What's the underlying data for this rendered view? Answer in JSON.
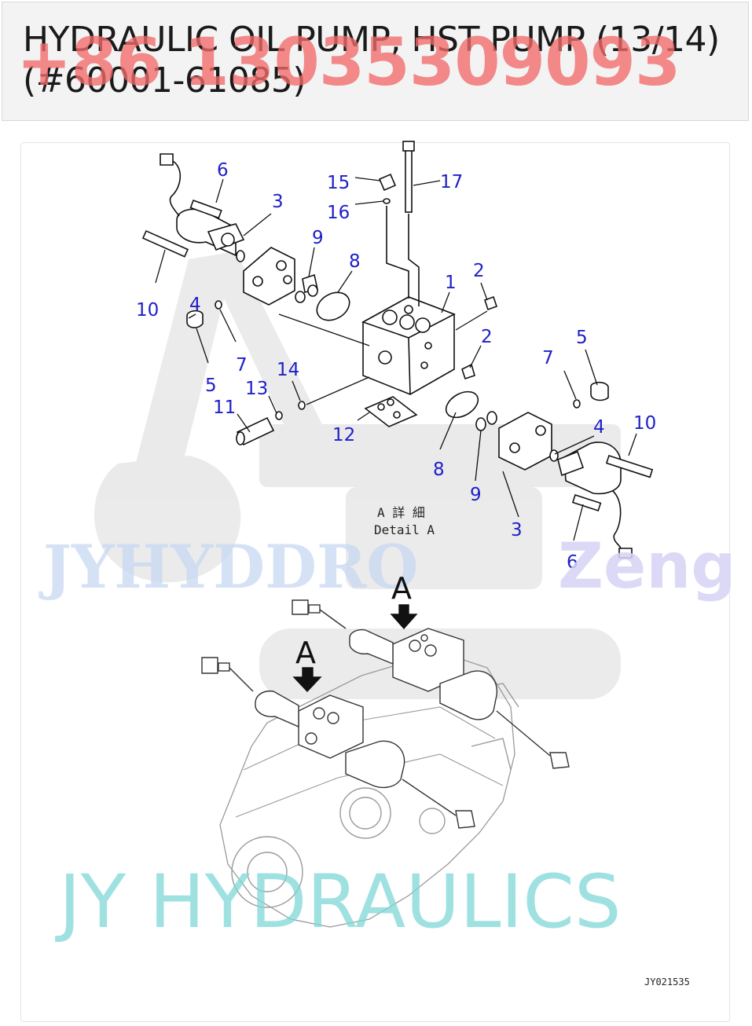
{
  "header": {
    "title": "HYDRAULIC OIL PUMP, HST PUMP (13/14) (#60001-61085)",
    "phone_watermark": "+86 13035309093"
  },
  "diagram": {
    "callouts": [
      {
        "label": "1"
      },
      {
        "label": "2"
      },
      {
        "label": "2"
      },
      {
        "label": "3"
      },
      {
        "label": "3"
      },
      {
        "label": "4"
      },
      {
        "label": "4"
      },
      {
        "label": "5"
      },
      {
        "label": "5"
      },
      {
        "label": "6"
      },
      {
        "label": "6"
      },
      {
        "label": "7"
      },
      {
        "label": "7"
      },
      {
        "label": "8"
      },
      {
        "label": "8"
      },
      {
        "label": "9"
      },
      {
        "label": "9"
      },
      {
        "label": "10"
      },
      {
        "label": "10"
      },
      {
        "label": "11"
      },
      {
        "label": "12"
      },
      {
        "label": "13"
      },
      {
        "label": "14"
      },
      {
        "label": "15"
      },
      {
        "label": "16"
      },
      {
        "label": "17"
      }
    ],
    "detail_label_jp": "A 詳 細",
    "detail_label_en": "Detail A",
    "arrow_label_1": "A",
    "arrow_label_2": "A",
    "drawing_code": "JY021535",
    "watermark_mid_left": "JYHYDDRO",
    "watermark_mid_right": "Zeng",
    "watermark_bottom": "JY HYDRAULICS"
  }
}
